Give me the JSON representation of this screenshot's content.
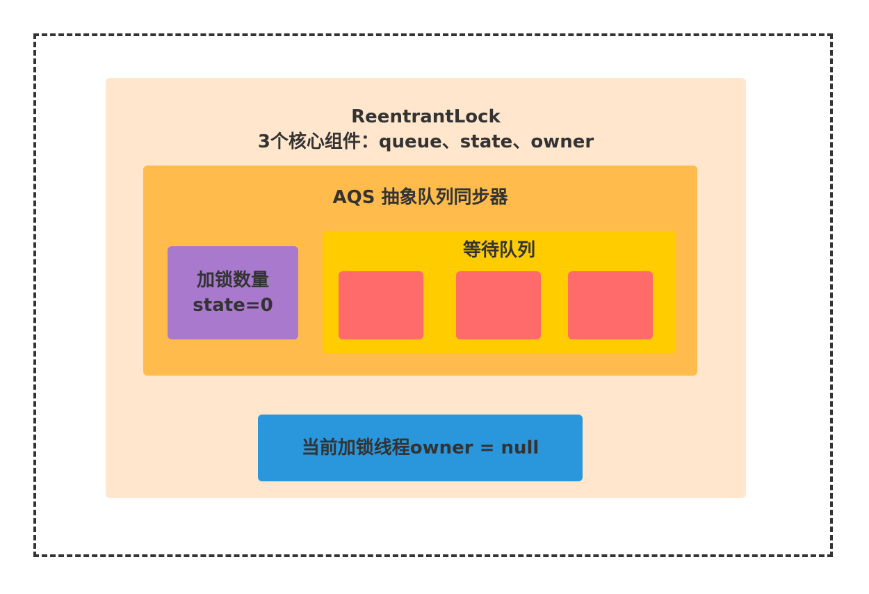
{
  "lock": {
    "title_line1": "ReentrantLock",
    "title_line2": "3个核心组件：queue、state、owner"
  },
  "aqs": {
    "title": "AQS 抽象队列同步器"
  },
  "state": {
    "line1": "加锁数量",
    "line2": "state=0"
  },
  "queue": {
    "title": "等待队列",
    "nodes": 3
  },
  "owner": {
    "label": "当前加锁线程owner = null"
  },
  "colors": {
    "lock_bg": "#ffe6cc",
    "aqs_bg": "#ffbc4c",
    "state_bg": "#a879cc",
    "queue_bg": "#ffcc00",
    "node_bg": "#ff6b6b",
    "owner_bg": "#2a97dc",
    "text": "#333333"
  }
}
